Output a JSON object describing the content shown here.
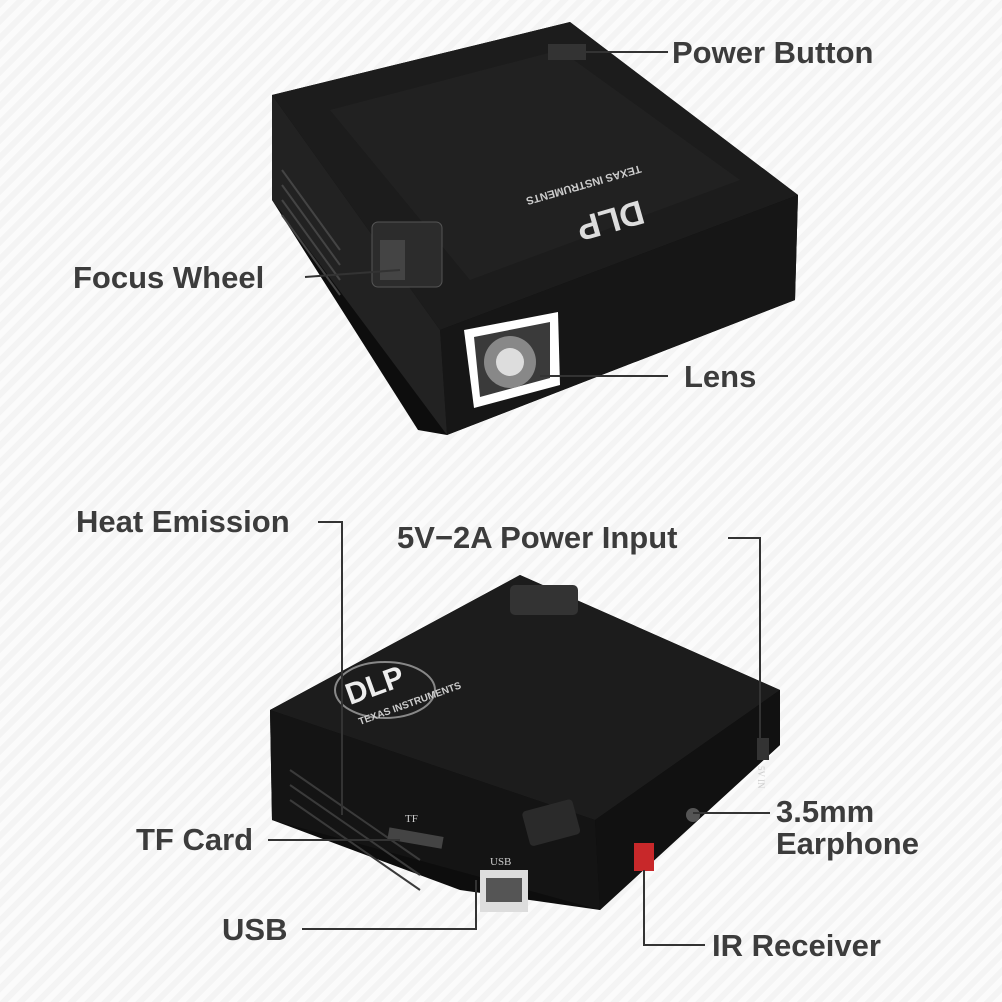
{
  "labels": {
    "power_button": "Power Button",
    "focus_wheel": "Focus Wheel",
    "lens": "Lens",
    "heat_emission": "Heat Emission",
    "power_input": "5V−2A Power Input",
    "tf_card": "TF Card",
    "usb": "USB",
    "earphone_line1": "3.5mm",
    "earphone_line2": "Earphone",
    "ir_receiver": "IR Receiver"
  },
  "device": {
    "brand": "DLP",
    "maker": "TEXAS INSTRUMENTS",
    "tf_port": "TF",
    "usb_port": "USB",
    "power_port": "5V IN"
  },
  "colors": {
    "body": "#141414",
    "label": "#3c3c3c",
    "ir": "#c8282a"
  }
}
